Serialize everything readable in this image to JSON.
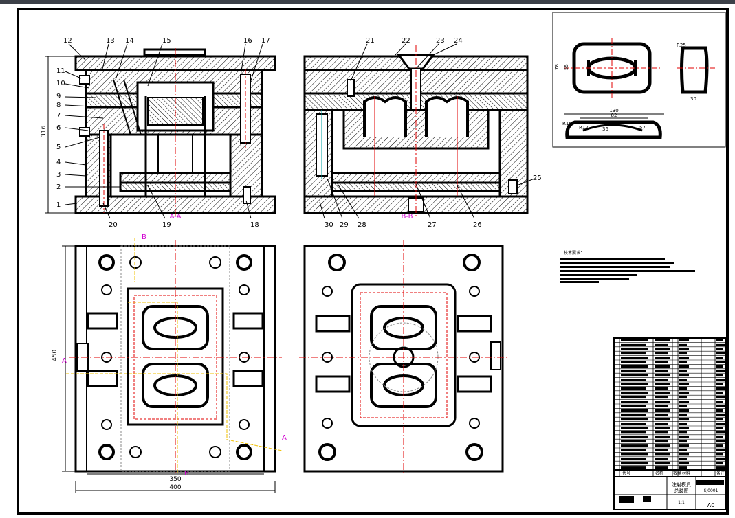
{
  "drawing": {
    "balloons_top_left": [
      "12",
      "13",
      "14",
      "15",
      "16",
      "17"
    ],
    "balloons_left": [
      "11",
      "10",
      "9",
      "8",
      "7",
      "6",
      "5",
      "4",
      "3",
      "2",
      "1"
    ],
    "balloons_bottom_left": [
      "20",
      "19",
      "18"
    ],
    "balloons_top_right": [
      "21",
      "22",
      "23",
      "24"
    ],
    "balloons_bottom_right": [
      "30",
      "29",
      "28",
      "27",
      "26"
    ],
    "balloon_right": "25",
    "section_aa": "A-A",
    "section_bb": "B-B",
    "dim_height": "316",
    "dim_width_350": "350",
    "dim_width_400": "400",
    "dim_height_450": "450",
    "cut_a": "A",
    "cut_b": "B",
    "part_dims": [
      "130",
      "82",
      "36",
      "57",
      "78",
      "55",
      "30",
      "R12",
      "R15",
      "R25"
    ],
    "tech_title": "技术要求：",
    "title_block": {
      "name_1": "注射模具",
      "name_2": "总装图",
      "scale": "1:1",
      "sheet": "A0",
      "code": "SJ0001",
      "bom_header": [
        "代号",
        "名称",
        "数量",
        "材料",
        "备注"
      ]
    }
  }
}
